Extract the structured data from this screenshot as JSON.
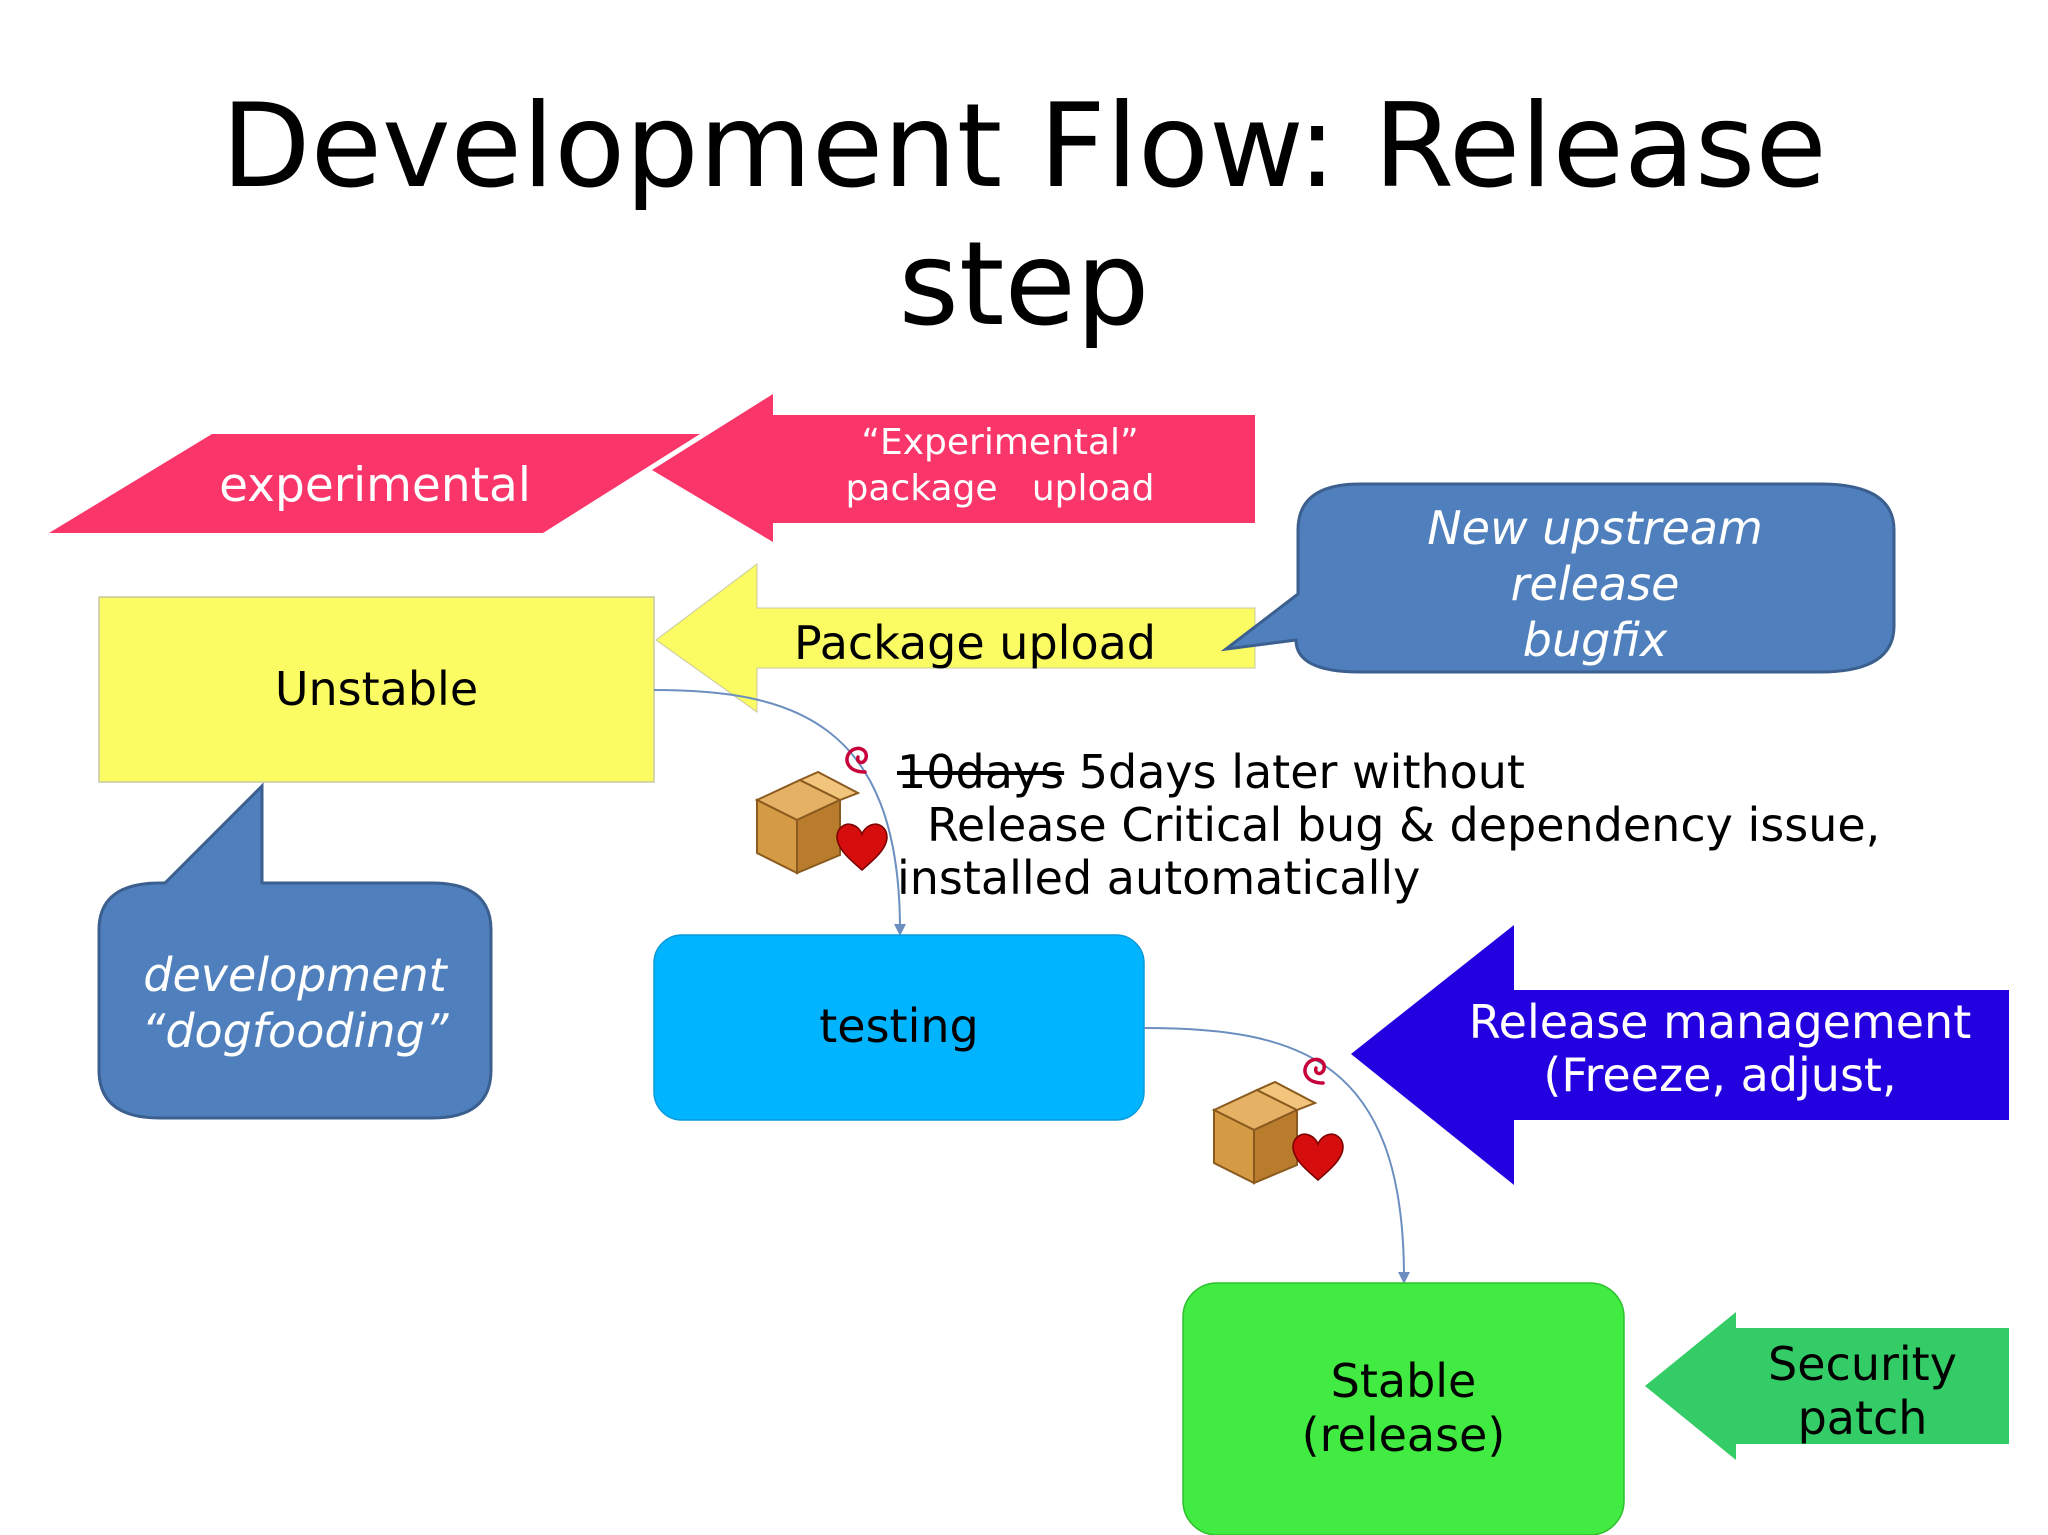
{
  "slide": {
    "title_line1": "Development Flow: Release",
    "title_line2": "step"
  },
  "labels": {
    "experimental": "experimental",
    "experimental_upload_line1": "“Experimental”",
    "experimental_upload_line2": "package   upload",
    "package_upload": "Package upload",
    "unstable": "Unstable",
    "new_upstream_line1": "New upstream",
    "new_upstream_line2": "release",
    "new_upstream_line3": "bugfix",
    "dogfooding_line1": "development",
    "dogfooding_line2": "“dogfooding”",
    "migration_strikethrough": "10days",
    "migration_line1_rest": " 5days later without",
    "migration_line2": "Release Critical bug & dependency issue,",
    "migration_line3": "installed automatically",
    "testing": "testing",
    "release_mgmt_line1": "Release management",
    "release_mgmt_line2": "(Freeze, adjust,",
    "stable_line1": "Stable",
    "stable_line2": "(release)",
    "security_line1": "Security",
    "security_line2": "patch"
  },
  "colors": {
    "experimental_red": "#fa3569",
    "unstable_yellow": "#fbfb64",
    "upload_yellow": "#fbfb64",
    "callout_blue": "#4f80bd",
    "testing_cyan": "#00b4ff",
    "release_mgmt_blue": "#2300e0",
    "stable_green": "#41eb41",
    "security_green": "#33cc66",
    "connector_blue": "#6c8fc0"
  },
  "icons": [
    "debian-swirl-icon",
    "package-box-icon",
    "heart-icon"
  ]
}
